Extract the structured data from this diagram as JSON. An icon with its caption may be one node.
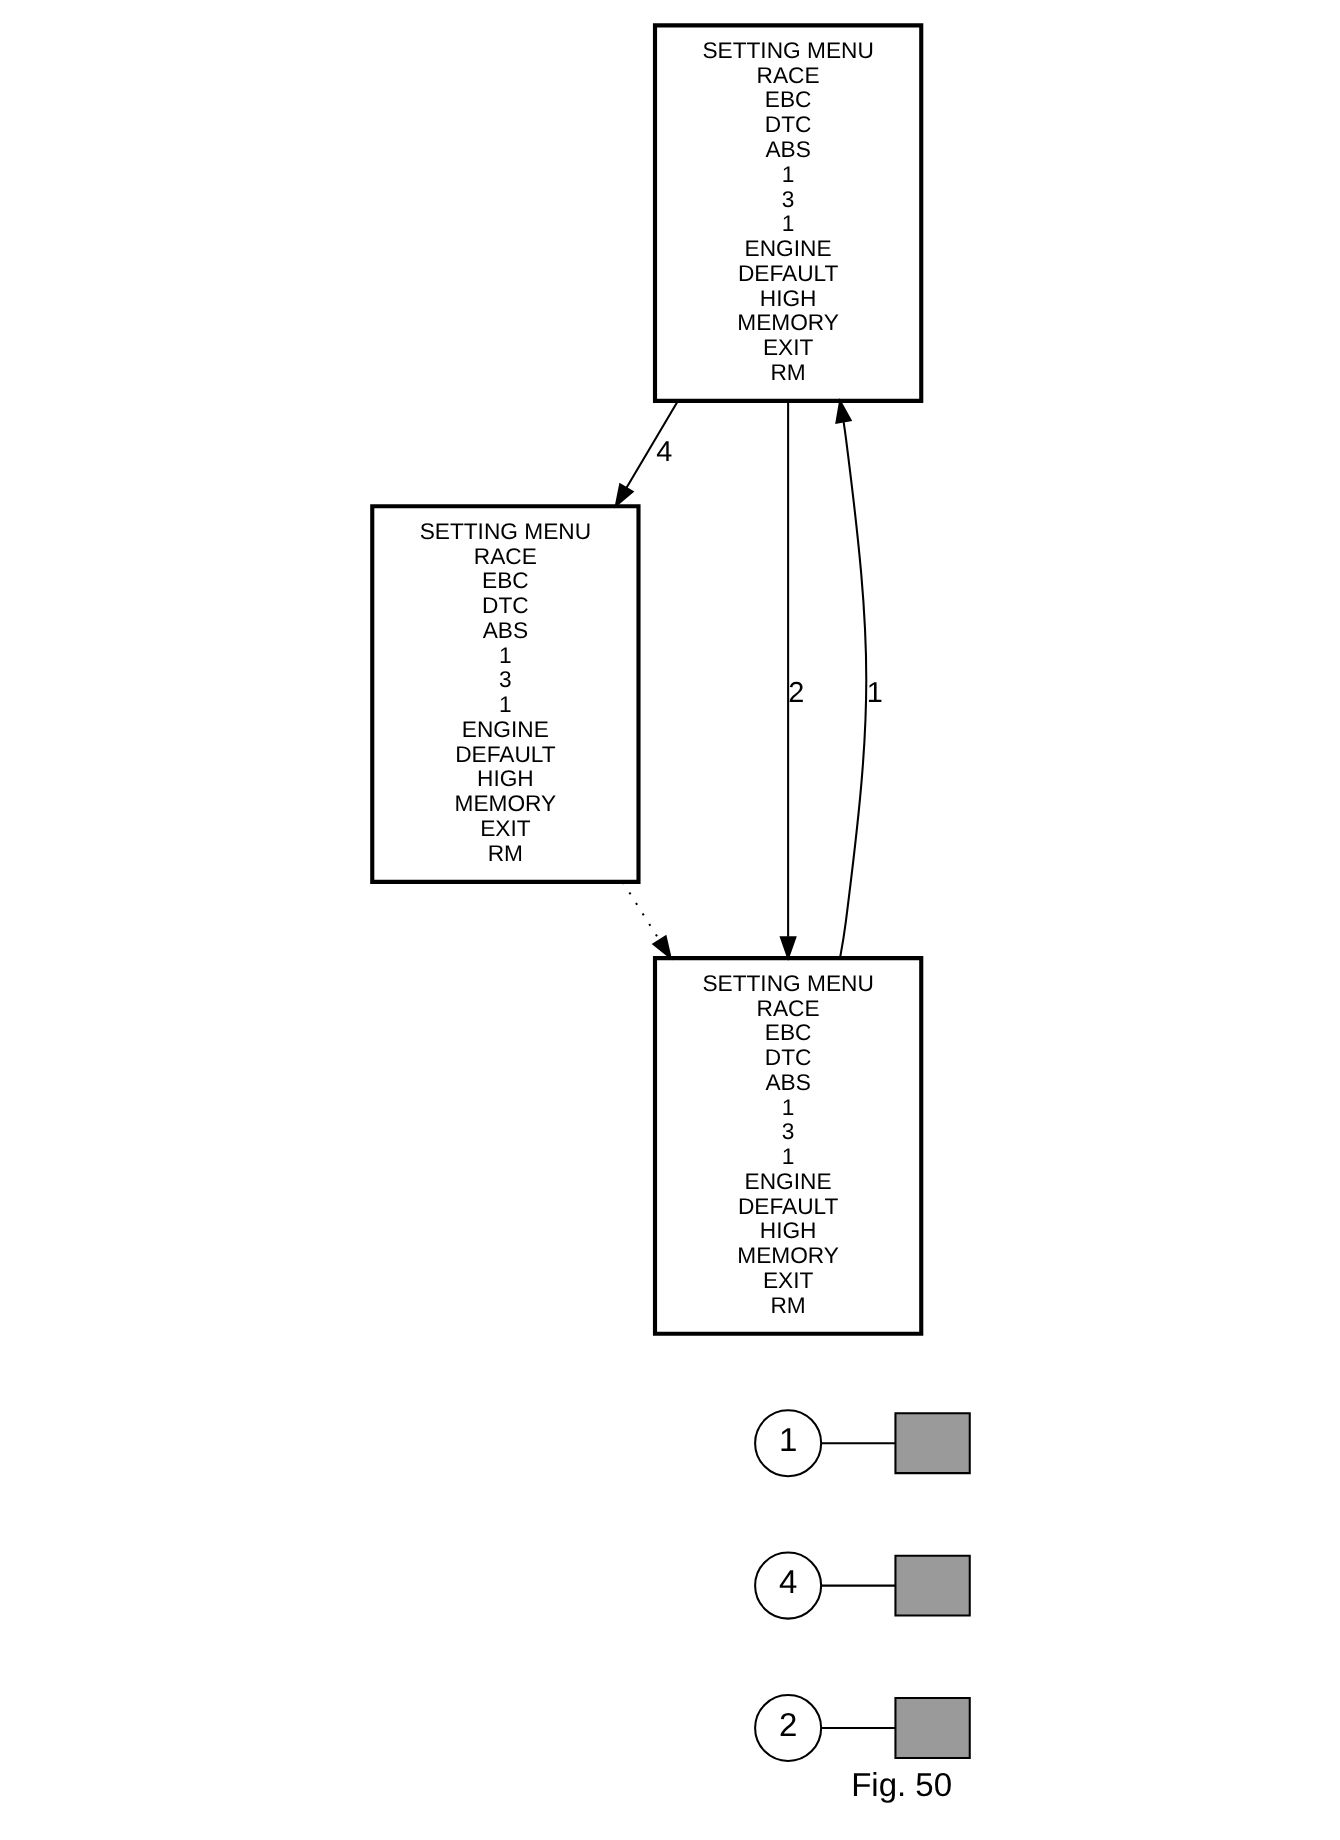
{
  "diagram": {
    "caption": "Fig. 50",
    "nodes": [
      {
        "text": [
          "SETTING MENU",
          "RACE",
          "EBC",
          "DTC",
          "ABS",
          "1",
          "3",
          "1",
          "ENGINE",
          "DEFAULT",
          "HIGH",
          "MEMORY",
          "EXIT",
          "RM"
        ]
      },
      {
        "text": [
          "SETTING MENU",
          "RACE",
          "EBC",
          "DTC",
          "ABS",
          "1",
          "3",
          "1",
          "ENGINE",
          "DEFAULT",
          "HIGH",
          "MEMORY",
          "EXIT",
          "RM"
        ]
      },
      {
        "text": [
          "SETTING MENU",
          "RACE",
          "EBC",
          "DTC",
          "ABS",
          "1",
          "3",
          "1",
          "ENGINE",
          "DEFAULT",
          "HIGH",
          "MEMORY",
          "EXIT",
          "RM"
        ]
      },
      {
        "text": [
          "1"
        ]
      },
      {
        "text": [
          "4"
        ]
      },
      {
        "text": [
          "2"
        ]
      },
      {
        "text": [],
        "shape": "box"
      },
      {
        "text": [],
        "shape": "box"
      },
      {
        "text": [],
        "shape": "box"
      }
    ],
    "edges": [
      {
        "from": 0,
        "to": 1,
        "arrow": "to",
        "label": "4"
      },
      {
        "from": 1,
        "to": 2,
        "arrow": "to",
        "style": "dashed"
      },
      {
        "from": 2,
        "to": 0,
        "arrow": "to",
        "label": "1"
      },
      {
        "from": 0,
        "to": 2,
        "arrow": "to",
        "label": "2"
      },
      {
        "from": 3,
        "to": 6,
        "arrow": "none"
      },
      {
        "from": 4,
        "to": 7,
        "arrow": "none"
      },
      {
        "from": 5,
        "to": 8,
        "arrow": "none"
      }
    ]
  }
}
